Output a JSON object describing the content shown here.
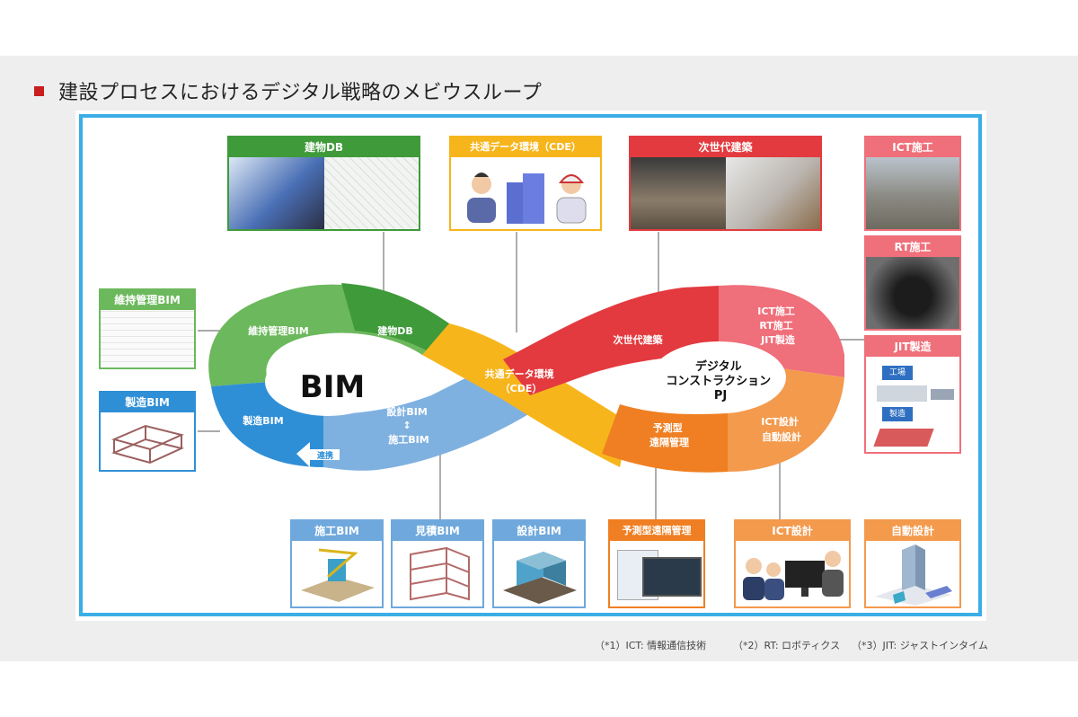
{
  "header": {
    "title": "建設プロセスにおけるデジタル戦略のメビウスループ"
  },
  "loop": {
    "center_left": "BIM",
    "center_right": [
      "デジタル",
      "コンストラクション",
      "PJ"
    ],
    "segments": {
      "maintenance": "維持管理BIM",
      "building_db": "建物DB",
      "cde": [
        "共通データ環境",
        "（CDE）"
      ],
      "next_gen": "次世代建築",
      "ict_rt_jit": [
        "ICT施工",
        "RT施工",
        "JIT製造"
      ],
      "ict_design": [
        "ICT設計",
        "自動設計"
      ],
      "predictive": [
        "予測型",
        "遠隔管理"
      ],
      "design_construct": [
        "設計BIM",
        "↕",
        "施工BIM"
      ],
      "manufacturing": "製造BIM",
      "link_arrow": "連携"
    }
  },
  "cards": {
    "building_db": "建物DB",
    "cde": "共通データ環境（CDE）",
    "next_gen": "次世代建築",
    "ict_construction": "ICT施工",
    "rt_construction": "RT施工",
    "jit": "JIT製造",
    "jit_factory": "工場",
    "jit_manufacture": "製造",
    "maintenance_bim": "維持管理BIM",
    "manufacturing_bim": "製造BIM",
    "construction_bim": "施工BIM",
    "estimate_bim": "見積BIM",
    "design_bim": "設計BIM",
    "predictive": "予測型遠隔管理",
    "ict_design": "ICT設計",
    "auto_design": "自動設計"
  },
  "footnotes": [
    "（*1）ICT: 情報通信技術",
    "（*2）RT: ロボティクス",
    "（*3）JIT: ジャストインタイム"
  ],
  "colors": {
    "green": "#5aaf46",
    "blue": "#2f8fd6",
    "lightblue": "#6fa8dc",
    "yellow": "#f7b51c",
    "red": "#e33a3f",
    "pink": "#ef6f7a",
    "orange": "#ef7f22",
    "lightorange": "#f39a4d",
    "frame": "#3aaee6",
    "title_mark": "#c81e1e"
  }
}
